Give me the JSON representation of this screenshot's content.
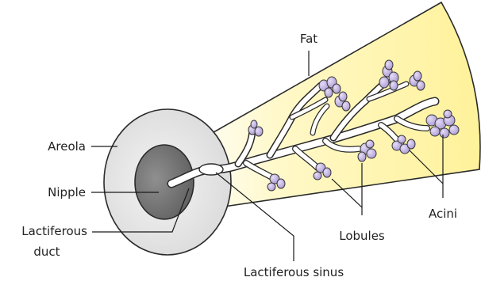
{
  "diagram": {
    "labels": {
      "fat": "Fat",
      "areola": "Areola",
      "nipple": "Nipple",
      "lactiferous_duct_line1": "Lactiferous",
      "lactiferous_duct_line2": "duct",
      "lobules": "Lobules",
      "acini": "Acini",
      "lactiferous_sinus": "Lactiferous sinus"
    },
    "colors": {
      "fat_yellow": "#fff4a6",
      "areola_gray": "#e9e9e9",
      "nipple_gray": "#7b7b7b",
      "duct_white": "#ffffff",
      "acini_lavender": "#c7b7e6",
      "outline": "#2a2a2a"
    }
  }
}
